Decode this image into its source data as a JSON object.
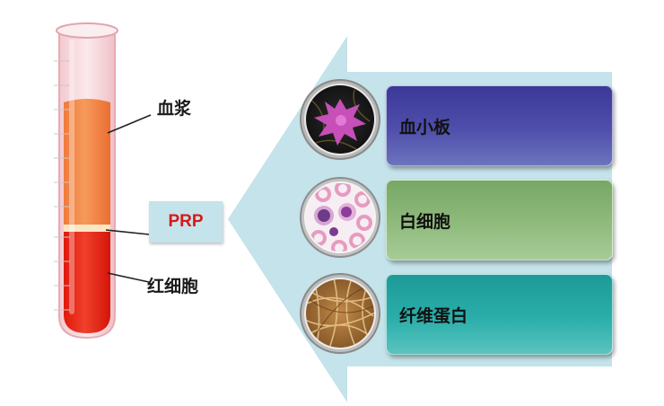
{
  "tube": {
    "plasma_label": "血浆",
    "rbc_label": "红细胞",
    "prp_label": "PRP"
  },
  "components": [
    {
      "label": "血小板",
      "image_icon": "platelet-micrograph"
    },
    {
      "label": "白细胞",
      "image_icon": "leukocyte-micrograph"
    },
    {
      "label": "纤维蛋白",
      "image_icon": "fibrin-micrograph"
    }
  ],
  "colors": {
    "plasma": "#f07a3c",
    "red_cells": "#e41c0d",
    "arrow": "#c4e3ea",
    "prp_text": "#d81818",
    "platelet_panel": "#4f4fab",
    "leukocyte_panel": "#8fbb7d",
    "fibrin_panel": "#2aaeaa"
  }
}
